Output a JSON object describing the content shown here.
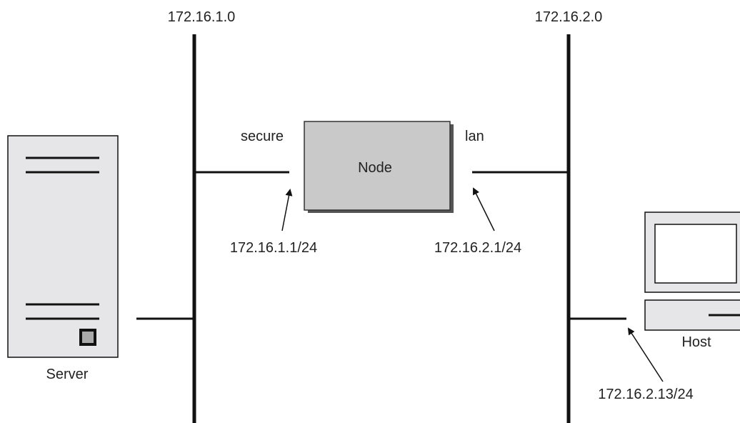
{
  "networks": {
    "left": {
      "address": "172.16.1.0"
    },
    "right": {
      "address": "172.16.2.0"
    }
  },
  "node": {
    "label": "Node",
    "fill_color": "#c9c9c9",
    "interfaces": {
      "secure": {
        "name": "secure",
        "address": "172.16.1.1/24"
      },
      "lan": {
        "name": "lan",
        "address": "172.16.2.1/24"
      }
    }
  },
  "server": {
    "label": "Server",
    "icon": "server-tower-icon",
    "body_color": "#e6e6e8"
  },
  "host": {
    "label": "Host",
    "icon": "desktop-computer-icon",
    "address": "172.16.2.13/24",
    "body_color": "#e6e6e8"
  }
}
